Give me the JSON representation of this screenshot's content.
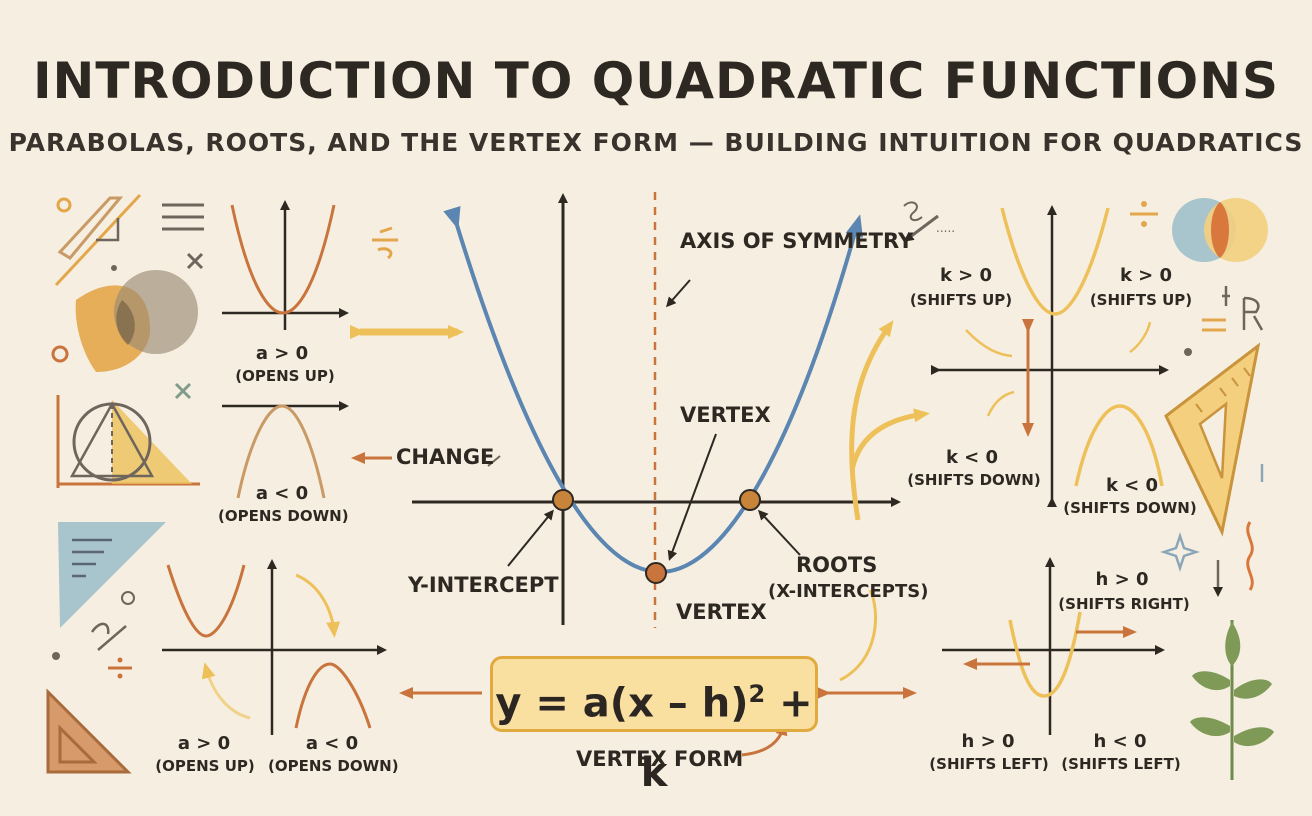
{
  "title": "INTRODUCTION TO QUADRATIC FUNCTIONS",
  "subtitle": "PARABOLAS, ROOTS, AND THE VERTEX FORM — BUILDING INTUITION FOR QUADRATICS",
  "colors": {
    "background": "#f6efe1",
    "ink": "#2e2823",
    "blue_parabola": "#5b86b1",
    "orange": "#c9743c",
    "gold": "#eec05a",
    "formula_fill": "#f9dfa0"
  },
  "center": {
    "axis_of_symmetry": "AXIS OF SYMMETRY",
    "vertex_top": "VERTEX",
    "vertex_bottom": "VERTEX",
    "y_intercept": "Y-INTERCEPT",
    "roots": "ROOTS",
    "roots_sub": "(X-INTERCEPTS)",
    "change": "CHANGE"
  },
  "formula": {
    "lhs": "y = a(x – h)",
    "exponent": "2",
    "rhs": " + k",
    "caption": "VERTEX FORM"
  },
  "left_top": {
    "up_cond": "a > 0",
    "up_desc": "(OPENS UP)",
    "down_cond": "a < 0",
    "down_desc": "(OPENS DOWN)"
  },
  "left_bottom": {
    "up_cond": "a > 0",
    "up_desc": "(OPENS UP)",
    "down_cond": "a < 0",
    "down_desc": "(OPENS DOWN)"
  },
  "right_top": {
    "k_pos_left": "k > 0",
    "k_pos_left_desc": "(SHIFTS UP)",
    "k_pos_right": "k > 0",
    "k_pos_right_desc": "(SHIFTS UP)",
    "k_neg_left": "k < 0",
    "k_neg_left_desc": "(SHIFTS DOWN)",
    "k_neg_right": "k < 0",
    "k_neg_right_desc": "(SHIFTS DOWN)"
  },
  "right_bottom": {
    "h_pos_right": "h > 0",
    "h_pos_right_desc": "(SHIFTS RIGHT)",
    "h_pos_left": "h > 0",
    "h_pos_left_desc": "(SHIFTS LEFT)",
    "h_neg_left": "h < 0",
    "h_neg_left_desc": "(SHIFTS LEFT)"
  },
  "decor_icons": [
    "triangle-ruler-icon",
    "venn-diagram-icon",
    "leaf-plant-icon",
    "sparkle-icon",
    "divide-icon",
    "circle-inscribed-triangle-icon"
  ]
}
